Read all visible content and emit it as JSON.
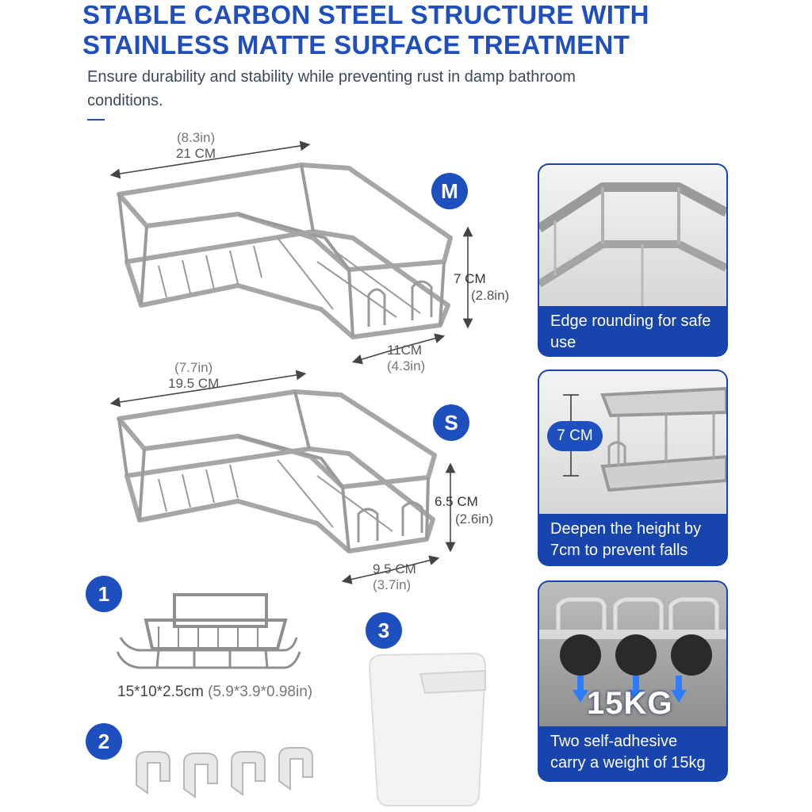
{
  "header": {
    "title_line1": "STABLE CARBON STEEL STRUCTURE WITH",
    "title_line2": "STAINLESS MATTE SURFACE TREATMENT",
    "subtitle": "Ensure durability and stability while preventing rust in damp bathroom conditions."
  },
  "rack_m": {
    "badge": "M",
    "width_in": "(8.3in)",
    "width_cm": "21 CM",
    "height_cm": "7 CM",
    "height_in": "(2.8in)",
    "depth_cm": "11CM",
    "depth_in": "(4.3in)"
  },
  "rack_s": {
    "badge": "S",
    "width_in": "(7.7in)",
    "width_cm": "19.5 CM",
    "height_cm": "6.5 CM",
    "height_in": "(2.6in)",
    "depth_cm": "9.5 CM",
    "depth_in": "(3.7in)"
  },
  "accessories": {
    "item1_badge": "1",
    "item1_size_cm": "15*10*2.5cm",
    "item1_size_in": "(5.9*3.9*0.98in)",
    "item2_badge": "2",
    "item3_badge": "3"
  },
  "cards": {
    "card1_caption": "Edge rounding for safe use",
    "card2_tag": "7 CM",
    "card2_caption": "Deepen the height by 7cm to prevent falls",
    "card3_weight": "15KG",
    "card3_caption": "Two self-adhesive carry a weight of 15kg"
  },
  "colors": {
    "brand_blue": "#1e4fbf",
    "card_blue": "#1745ad",
    "steel": "#9a9a9a"
  }
}
